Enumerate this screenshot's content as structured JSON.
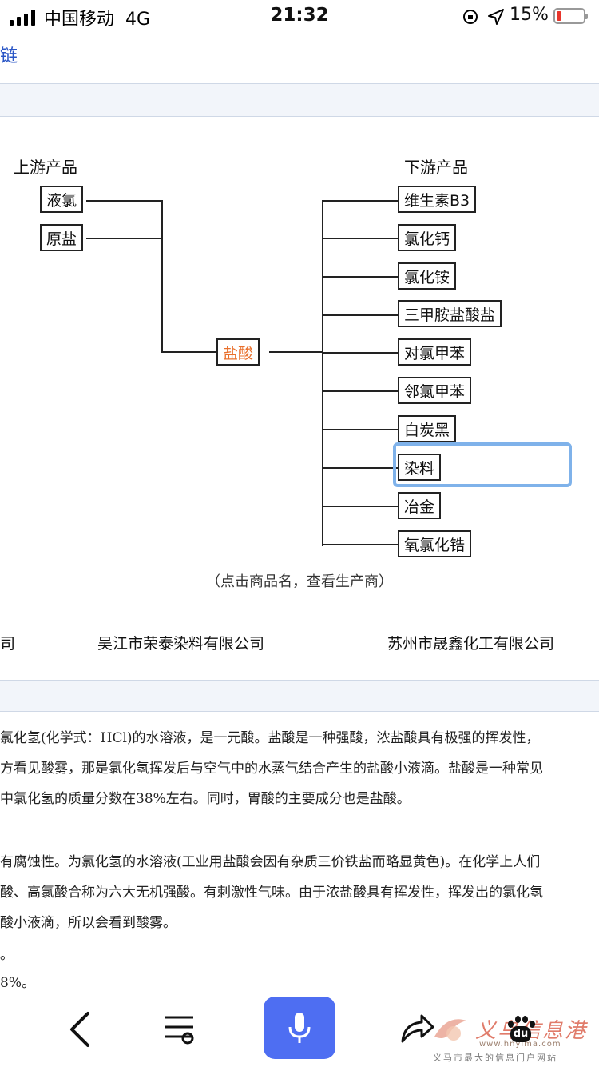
{
  "status_bar": {
    "carrier": "中国移动",
    "network": "4G",
    "time": "21:32",
    "battery_pct": "15%"
  },
  "top_link": {
    "text": "链"
  },
  "diagram": {
    "upstream_title": "上游产品",
    "downstream_title": "下游产品",
    "upstream": [
      "液氯",
      "原盐"
    ],
    "center": "盐酸",
    "downstream": [
      "维生素B3",
      "氯化钙",
      "氯化铵",
      "三甲胺盐酸盐",
      "对氯甲苯",
      "邻氯甲苯",
      "白炭黑",
      "染料",
      "冶金",
      "氧氯化锆"
    ],
    "hint": "（点击商品名，查看生产商）"
  },
  "companies": [
    "司",
    "吴江市荣泰染料有限公司",
    "苏州市晟鑫化工有限公司"
  ],
  "article": {
    "lines": [
      "氯化氢(化学式：HCl)的水溶液，是一元酸。盐酸是一种强酸，浓盐酸具有极强的挥发性，",
      "方看见酸雾，那是氯化氢挥发后与空气中的水蒸气结合产生的盐酸小液滴。盐酸是一种常见",
      "中氯化氢的质量分数在38%左右。同时，胃酸的主要成分也是盐酸。",
      "有腐蚀性。为氯化氢的水溶液(工业用盐酸会因有杂质三价铁盐而略显黄色)。在化学上人们",
      "酸、高氯酸合称为六大无机强酸。有刺激性气味。由于浓盐酸具有挥发性，挥发出的氯化氢",
      "酸小液滴，所以会看到酸雾。",
      "。",
      "8%。"
    ]
  },
  "watermark": {
    "text": "义乌信息港",
    "domain": "www.hnyima.com",
    "sub": "义马市最大的信息门户网站",
    "badge": "du"
  },
  "colors": {
    "accent_orange": "#e9702c",
    "mic_blue": "#4e6ef2",
    "highlight_blue": "#7fb2ea",
    "battery_red": "#e8352b"
  }
}
